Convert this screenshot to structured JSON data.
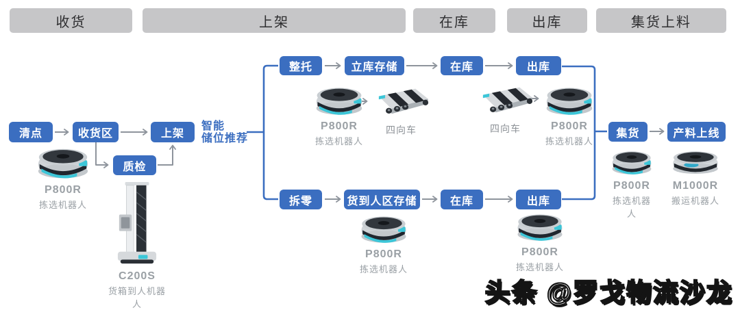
{
  "stages": {
    "receive": "收货",
    "putaway": "上架",
    "in_stock": "在库",
    "outbound": "出库",
    "consolidation": "集货上料"
  },
  "nodes": {
    "counting": "清点",
    "receiving_area": "收货区",
    "quality_check": "质检",
    "shelving": "上架",
    "smart_slot_line1": "智能",
    "smart_slot_line2": "储位推荐",
    "full_pallet": "整托",
    "asrs_storage": "立库存储",
    "in_stock_top": "在库",
    "outbound_top": "出库",
    "break_case": "拆零",
    "g2p_storage": "货到人区存储",
    "in_stock_bottom": "在库",
    "outbound_bottom": "出库",
    "consolidate": "集货",
    "material_online": "产料上线"
  },
  "robots": {
    "p800r": {
      "model": "P800R",
      "type": "拣选机器人"
    },
    "shuttle": {
      "label": "四向车"
    },
    "c200s": {
      "model": "C200S",
      "type": "货箱到人机器人"
    },
    "m1000r": {
      "model": "M1000R",
      "type": "搬运机器人"
    }
  },
  "watermark": "头条 @罗戈物流沙龙",
  "colors": {
    "node_blue": "#3b6ec0",
    "stage_gray": "#c6c6c8",
    "arrow_gray": "#8e949c",
    "label_gray": "#9aa0a5",
    "robot_teal": "#3cc6d8"
  }
}
